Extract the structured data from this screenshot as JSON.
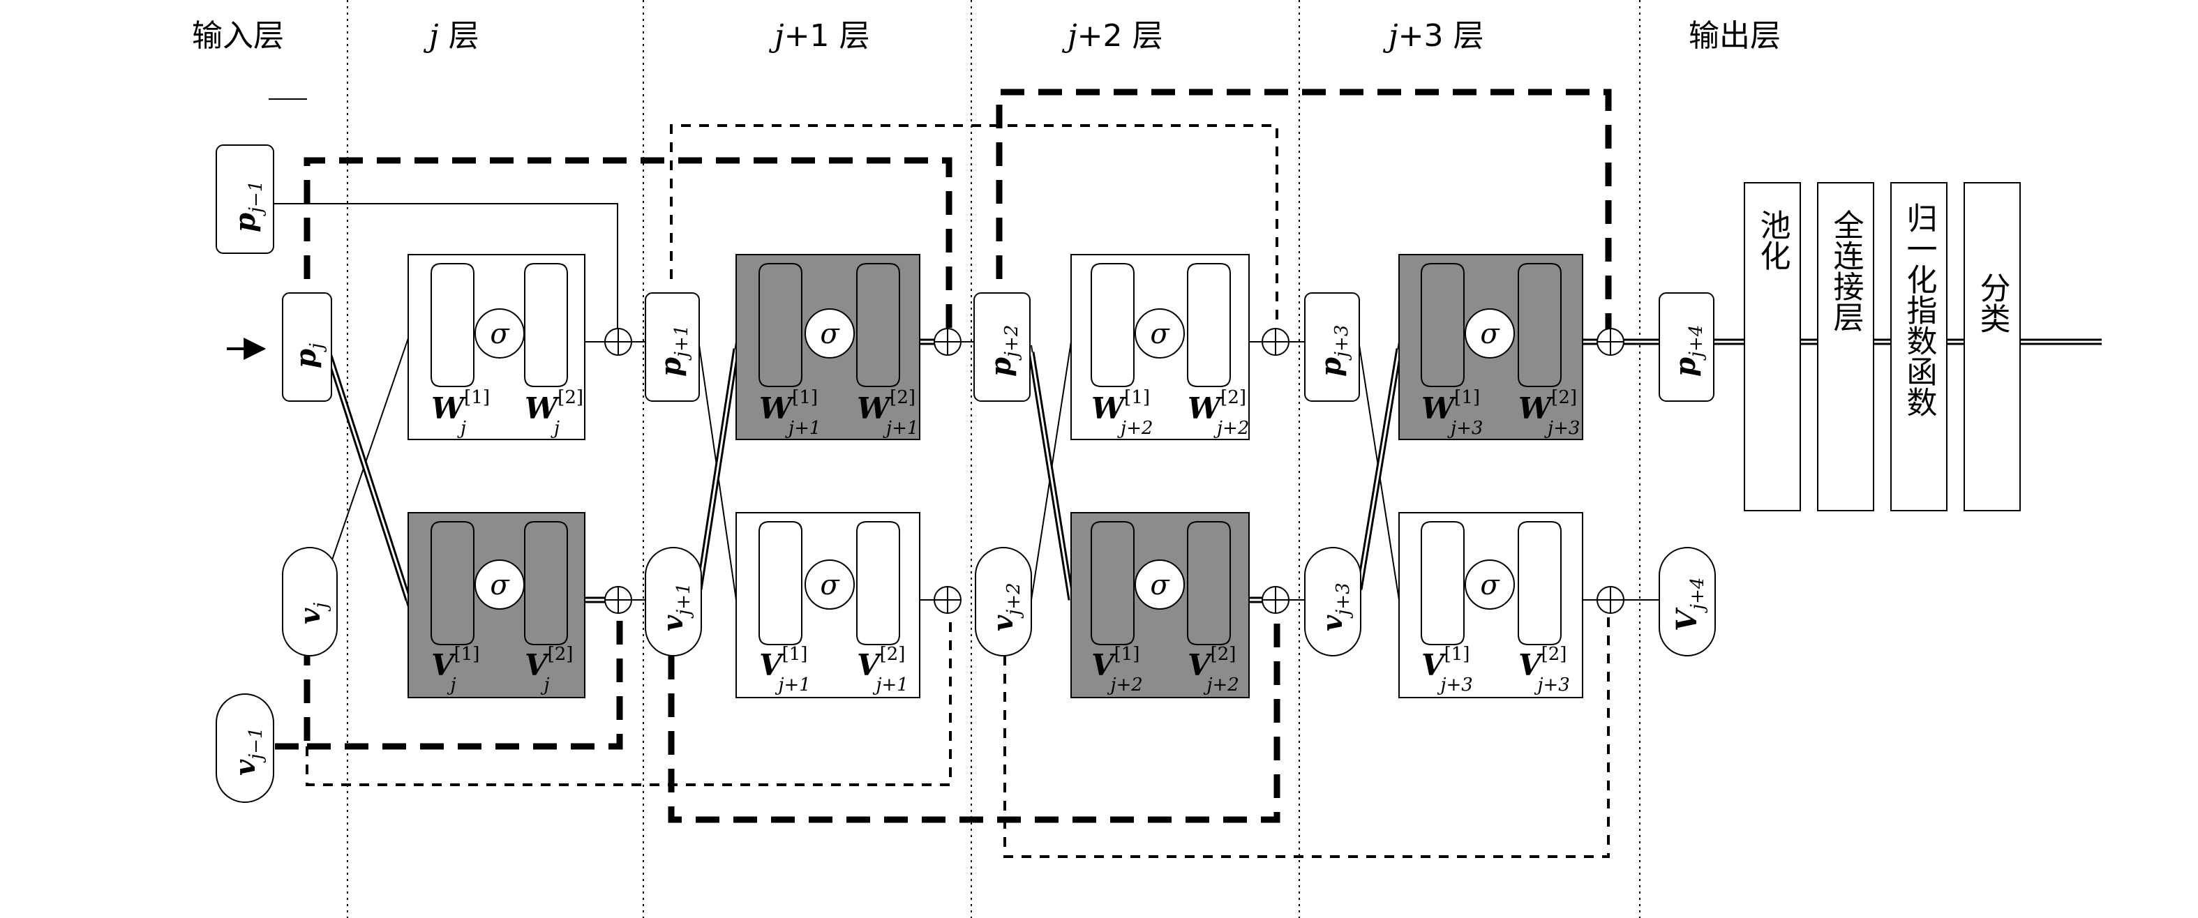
{
  "columns": [
    {
      "label_main": "输入层",
      "label_sub": ""
    },
    {
      "label_main": "j",
      "label_sub": " 层"
    },
    {
      "label_main": "j",
      "label_sub": "+1 层"
    },
    {
      "label_main": "j",
      "label_sub": "+2 层"
    },
    {
      "label_main": "j",
      "label_sub": "+3 层"
    },
    {
      "label_main": "输出层",
      "label_sub": ""
    }
  ],
  "nodes": {
    "p_prev": {
      "main": "p",
      "sub": "j−1"
    },
    "p_j": {
      "main": "p",
      "sub": "j"
    },
    "v_j": {
      "main": "v",
      "sub": "j"
    },
    "v_prev": {
      "main": "v",
      "sub": "j−1"
    },
    "p_j1": {
      "main": "p",
      "sub": "j+1"
    },
    "v_j1": {
      "main": "v",
      "sub": "j+1"
    },
    "p_j2": {
      "main": "p",
      "sub": "j+2"
    },
    "v_j2": {
      "main": "v",
      "sub": "j+2"
    },
    "p_j3": {
      "main": "p",
      "sub": "j+3"
    },
    "v_j3": {
      "main": "v",
      "sub": "j+3"
    },
    "p_j4": {
      "main": "p",
      "sub": "j+4"
    },
    "v_j4": {
      "main": "V",
      "sub": "j+4"
    }
  },
  "blocks": {
    "w_j": {
      "left": "W",
      "right": "W",
      "lsub": "j",
      "rsub": "j",
      "lsup": "[1]",
      "rsup": "[2]",
      "sigma": "σ"
    },
    "v_j": {
      "left": "V",
      "right": "V",
      "lsub": "j",
      "rsub": "j",
      "lsup": "[1]",
      "rsup": "[2]",
      "sigma": "σ"
    },
    "w_j1": {
      "left": "W",
      "right": "W",
      "lsub": "j+1",
      "rsub": "j+1",
      "lsup": "[1]",
      "rsup": "[2]",
      "sigma": "σ"
    },
    "v_j1": {
      "left": "V",
      "right": "V",
      "lsub": "j+1",
      "rsub": "j+1",
      "lsup": "[1]",
      "rsup": "[2]",
      "sigma": "σ"
    },
    "w_j2": {
      "left": "W",
      "right": "W",
      "lsub": "j+2",
      "rsub": "j+2",
      "lsup": "[1]",
      "rsup": "[2]",
      "sigma": "σ"
    },
    "v_j2": {
      "left": "V",
      "right": "V",
      "lsub": "j+2",
      "rsub": "j+2",
      "lsup": "[1]",
      "rsup": "[2]",
      "sigma": "σ"
    },
    "w_j3": {
      "left": "W",
      "right": "W",
      "lsub": "j+3",
      "rsub": "j+3",
      "lsup": "[1]",
      "rsup": "[2]",
      "sigma": "σ"
    },
    "v_j3": {
      "left": "V",
      "right": "V",
      "lsub": "j+3",
      "rsub": "j+3",
      "lsup": "[1]",
      "rsup": "[2]",
      "sigma": "σ"
    }
  },
  "output_stages": [
    "池化",
    "全连接层",
    "归一化指数函数",
    "分类"
  ],
  "colors": {
    "shaded": "#8c8c8c",
    "line": "#000000",
    "background": "#ffffff"
  }
}
